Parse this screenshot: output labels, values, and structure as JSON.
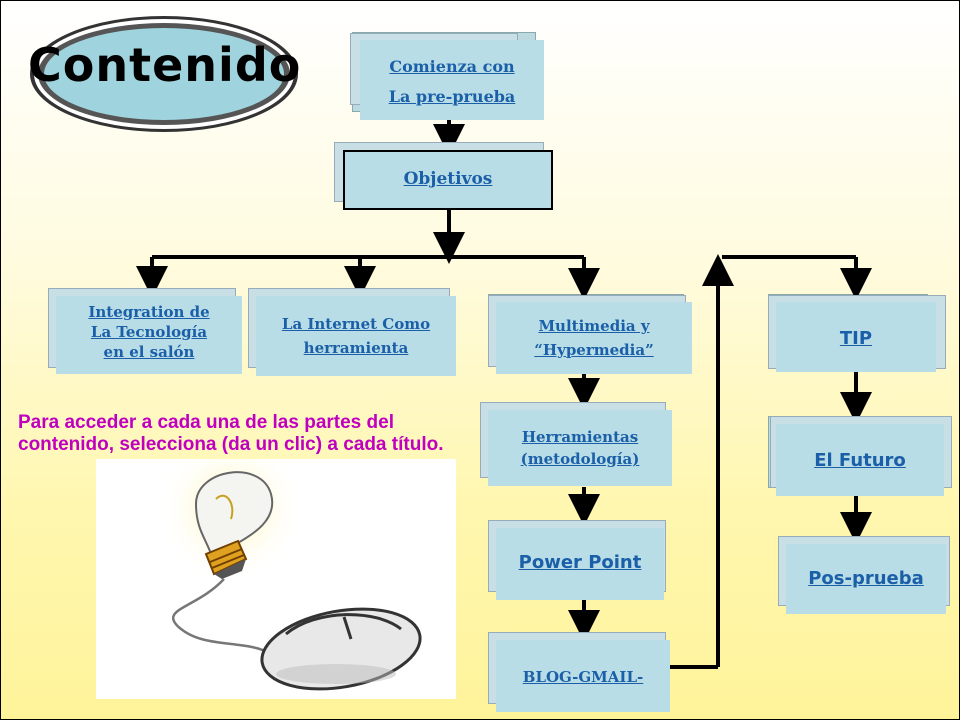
{
  "title": "Contenido",
  "instructions": "Para acceder a cada una de las partes del contenido, selecciona (da un clic) a cada título.",
  "nodes": {
    "pre": {
      "line1": "Comienza con",
      "line2": "La pre-prueba"
    },
    "objetivos": {
      "label": "Objetivos"
    },
    "integration": {
      "line1": "Integration de ",
      "line2": "La Tecnología ",
      "line3": "en el salón"
    },
    "internet": {
      "line1": "La Internet Como ",
      "line2": "herramienta"
    },
    "multimedia": {
      "line1": "Multimedia  y ",
      "line2": "“Hypermedia”"
    },
    "herramientas": {
      "line1": "Herramientas ",
      "line2": "(metodología)"
    },
    "powerpoint": {
      "label": "Power Point"
    },
    "blog": {
      "label": "BLOG-GMAIL-"
    },
    "tip": {
      "label": "TIP"
    },
    "futuro": {
      "label": "El Futuro"
    },
    "posprueba": {
      "label": "Pos-prueba"
    }
  },
  "colors": {
    "box": "#b8dde6",
    "link": "#1f61b0",
    "instructions": "#c000c0"
  }
}
